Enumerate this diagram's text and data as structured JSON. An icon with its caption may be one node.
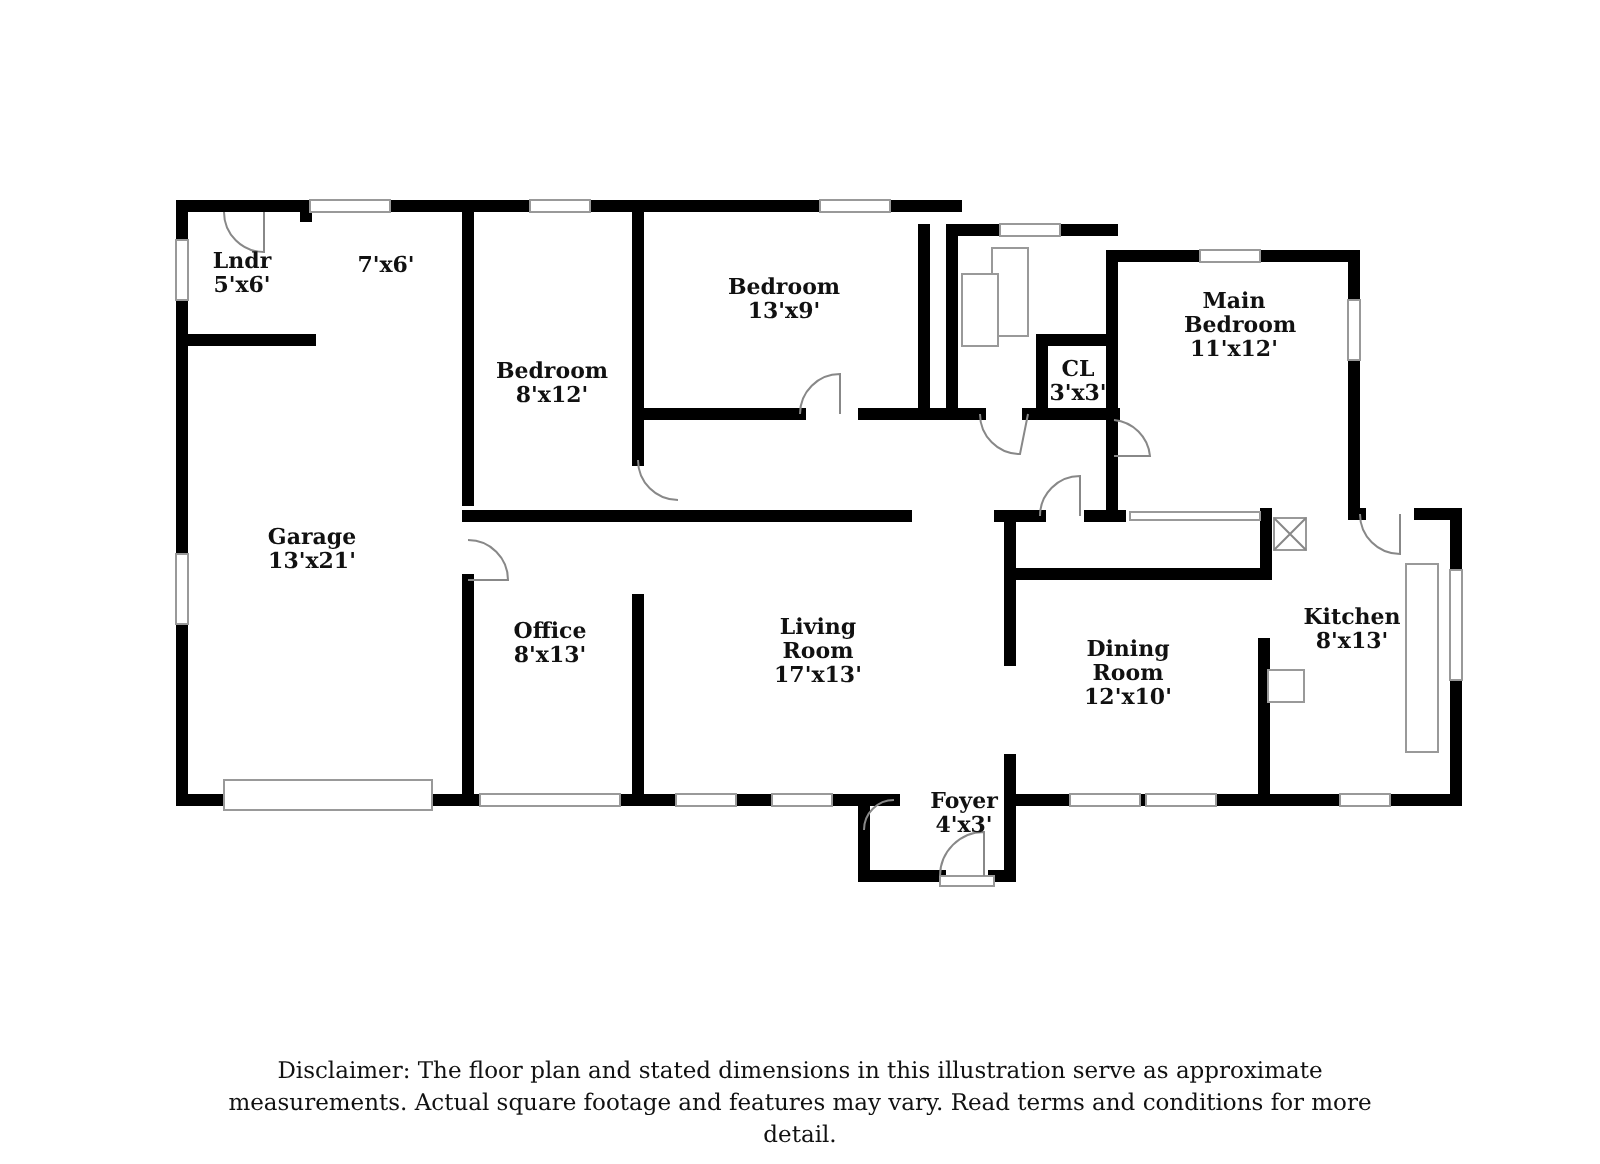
{
  "diagram": {
    "caption": "Disclaimer: The floor plan and stated dimensions in this illustration serve as approximate measurements. Actual square footage and features may vary. Read terms and conditions for more detail.",
    "nodes": [
      {
        "text": [
          "Lndr",
          "5'x6'"
        ]
      },
      {
        "text": [
          "7'x6'"
        ]
      },
      {
        "text": [
          "Bedroom",
          "13'x9'"
        ]
      },
      {
        "text": [
          "Bedroom",
          "8'x12'"
        ]
      },
      {
        "text": [
          "CL",
          "3'x3'"
        ]
      },
      {
        "text": [
          "Main Bedroom",
          "11'x12'"
        ]
      },
      {
        "text": [
          "Garage",
          "13'x21'"
        ]
      },
      {
        "text": [
          "Office",
          "8'x13'"
        ]
      },
      {
        "text": [
          "Living Room",
          "17'x13'"
        ]
      },
      {
        "text": [
          "Kitchen",
          "8'x13'"
        ]
      },
      {
        "text": [
          "Dining Room",
          "12'x10'"
        ]
      },
      {
        "text": [
          "Foyer",
          "4'x3'"
        ]
      }
    ]
  }
}
